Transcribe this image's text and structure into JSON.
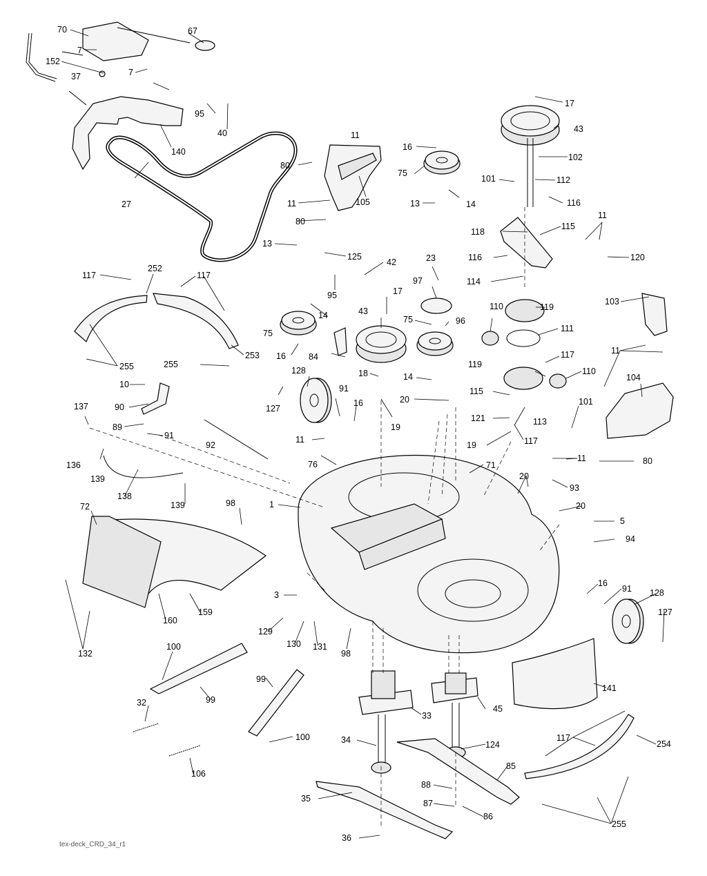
{
  "diagram": {
    "caption": "tex-deck_CRD_34_r1",
    "callouts": [
      {
        "id": "c70",
        "text": "70"
      },
      {
        "id": "c67",
        "text": "67"
      },
      {
        "id": "c7a",
        "text": "7"
      },
      {
        "id": "c152",
        "text": "152"
      },
      {
        "id": "c7b",
        "text": "7"
      },
      {
        "id": "c37",
        "text": "37"
      },
      {
        "id": "c95a",
        "text": "95"
      },
      {
        "id": "c40",
        "text": "40"
      },
      {
        "id": "c140",
        "text": "140"
      },
      {
        "id": "c27",
        "text": "27"
      },
      {
        "id": "c11a",
        "text": "11"
      },
      {
        "id": "c80a",
        "text": "80"
      },
      {
        "id": "c11b",
        "text": "11"
      },
      {
        "id": "c105",
        "text": "105"
      },
      {
        "id": "c80b",
        "text": "80"
      },
      {
        "id": "c16a",
        "text": "16"
      },
      {
        "id": "c75a",
        "text": "75"
      },
      {
        "id": "c13a",
        "text": "13"
      },
      {
        "id": "c14a",
        "text": "14"
      },
      {
        "id": "c17a",
        "text": "17"
      },
      {
        "id": "c43a",
        "text": "43"
      },
      {
        "id": "c102",
        "text": "102"
      },
      {
        "id": "c101a",
        "text": "101"
      },
      {
        "id": "c112",
        "text": "112"
      },
      {
        "id": "c116a",
        "text": "116"
      },
      {
        "id": "c118",
        "text": "118"
      },
      {
        "id": "c115a",
        "text": "115"
      },
      {
        "id": "c11c",
        "text": "11"
      },
      {
        "id": "c116b",
        "text": "116"
      },
      {
        "id": "c120",
        "text": "120"
      },
      {
        "id": "c13b",
        "text": "13"
      },
      {
        "id": "c125",
        "text": "125"
      },
      {
        "id": "c42",
        "text": "42"
      },
      {
        "id": "c23",
        "text": "23"
      },
      {
        "id": "c114",
        "text": "114"
      },
      {
        "id": "c117a",
        "text": "117"
      },
      {
        "id": "c252",
        "text": "252"
      },
      {
        "id": "c117b",
        "text": "117"
      },
      {
        "id": "c95b",
        "text": "95"
      },
      {
        "id": "c14b",
        "text": "14"
      },
      {
        "id": "c17b",
        "text": "17"
      },
      {
        "id": "c97",
        "text": "97"
      },
      {
        "id": "c119a",
        "text": "119"
      },
      {
        "id": "c103",
        "text": "103"
      },
      {
        "id": "c110a",
        "text": "110"
      },
      {
        "id": "c111",
        "text": "111"
      },
      {
        "id": "c75b",
        "text": "75"
      },
      {
        "id": "c43b",
        "text": "43"
      },
      {
        "id": "c75c",
        "text": "75"
      },
      {
        "id": "c96",
        "text": "96"
      },
      {
        "id": "c16b",
        "text": "16"
      },
      {
        "id": "c84",
        "text": "84"
      },
      {
        "id": "c255a",
        "text": "255"
      },
      {
        "id": "c255b",
        "text": "255"
      },
      {
        "id": "c253",
        "text": "253"
      },
      {
        "id": "c11d",
        "text": "11"
      },
      {
        "id": "c117c",
        "text": "117"
      },
      {
        "id": "c10",
        "text": "10"
      },
      {
        "id": "c128a",
        "text": "128"
      },
      {
        "id": "c18",
        "text": "18"
      },
      {
        "id": "c14c",
        "text": "14"
      },
      {
        "id": "c119b",
        "text": "119"
      },
      {
        "id": "c110b",
        "text": "110"
      },
      {
        "id": "c104",
        "text": "104"
      },
      {
        "id": "c90",
        "text": "90"
      },
      {
        "id": "c91a",
        "text": "91"
      },
      {
        "id": "c127a",
        "text": "127"
      },
      {
        "id": "c16c",
        "text": "16"
      },
      {
        "id": "c20a",
        "text": "20"
      },
      {
        "id": "c115b",
        "text": "115"
      },
      {
        "id": "c101b",
        "text": "101"
      },
      {
        "id": "c137",
        "text": "137"
      },
      {
        "id": "c89",
        "text": "89"
      },
      {
        "id": "c91b",
        "text": "91"
      },
      {
        "id": "c19a",
        "text": "19"
      },
      {
        "id": "c121",
        "text": "121"
      },
      {
        "id": "c113",
        "text": "113"
      },
      {
        "id": "c92",
        "text": "92"
      },
      {
        "id": "c11e",
        "text": "11"
      },
      {
        "id": "c19b",
        "text": "19"
      },
      {
        "id": "c117d",
        "text": "117"
      },
      {
        "id": "c136",
        "text": "136"
      },
      {
        "id": "c76",
        "text": "76"
      },
      {
        "id": "c71",
        "text": "71"
      },
      {
        "id": "c11f",
        "text": "11"
      },
      {
        "id": "c80c",
        "text": "80"
      },
      {
        "id": "c139a",
        "text": "139"
      },
      {
        "id": "c20b",
        "text": "20"
      },
      {
        "id": "c93",
        "text": "93"
      },
      {
        "id": "c138",
        "text": "138"
      },
      {
        "id": "c139b",
        "text": "139"
      },
      {
        "id": "c72",
        "text": "72"
      },
      {
        "id": "c98a",
        "text": "98"
      },
      {
        "id": "c1",
        "text": "1"
      },
      {
        "id": "c20c",
        "text": "20"
      },
      {
        "id": "c5",
        "text": "5"
      },
      {
        "id": "c94",
        "text": "94"
      },
      {
        "id": "c3",
        "text": "3"
      },
      {
        "id": "c16d",
        "text": "16"
      },
      {
        "id": "c91c",
        "text": "91"
      },
      {
        "id": "c128b",
        "text": "128"
      },
      {
        "id": "c160",
        "text": "160"
      },
      {
        "id": "c159",
        "text": "159"
      },
      {
        "id": "c127b",
        "text": "127"
      },
      {
        "id": "c132",
        "text": "132"
      },
      {
        "id": "c129",
        "text": "129"
      },
      {
        "id": "c130",
        "text": "130"
      },
      {
        "id": "c131",
        "text": "131"
      },
      {
        "id": "c98b",
        "text": "98"
      },
      {
        "id": "c100a",
        "text": "100"
      },
      {
        "id": "c99a",
        "text": "99"
      },
      {
        "id": "c99b",
        "text": "99"
      },
      {
        "id": "c141",
        "text": "141"
      },
      {
        "id": "c32",
        "text": "32"
      },
      {
        "id": "c33",
        "text": "33"
      },
      {
        "id": "c45",
        "text": "45"
      },
      {
        "id": "c100b",
        "text": "100"
      },
      {
        "id": "c117e",
        "text": "117"
      },
      {
        "id": "c254",
        "text": "254"
      },
      {
        "id": "c34",
        "text": "34"
      },
      {
        "id": "c124",
        "text": "124"
      },
      {
        "id": "c106",
        "text": "106"
      },
      {
        "id": "c85",
        "text": "85"
      },
      {
        "id": "c88",
        "text": "88"
      },
      {
        "id": "c87",
        "text": "87"
      },
      {
        "id": "c35",
        "text": "35"
      },
      {
        "id": "c86",
        "text": "86"
      },
      {
        "id": "c255c",
        "text": "255"
      },
      {
        "id": "c36",
        "text": "36"
      }
    ]
  }
}
